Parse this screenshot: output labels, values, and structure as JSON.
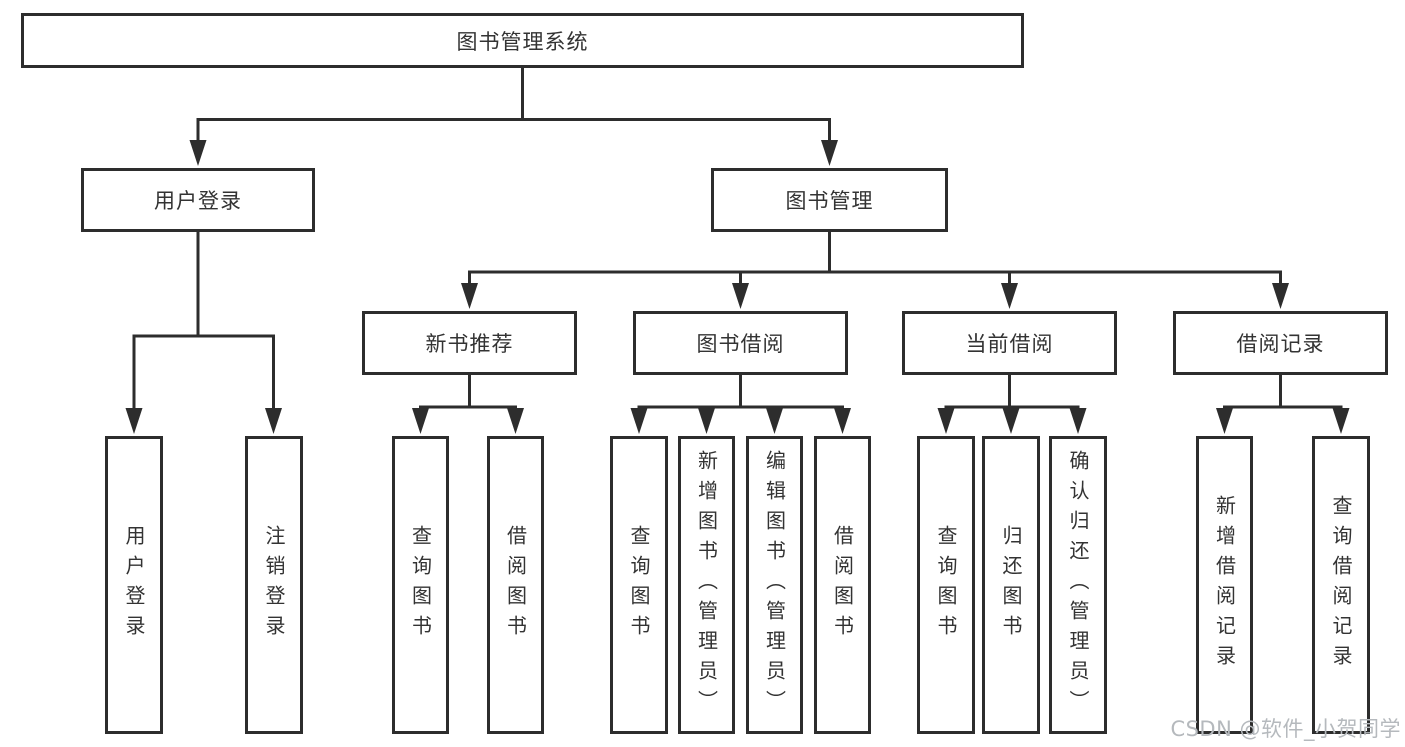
{
  "tree": {
    "root": {
      "label": "图书管理系统",
      "children": [
        {
          "label": "用户登录",
          "children": [
            {
              "label": "用户登录"
            },
            {
              "label": "注销登录"
            }
          ]
        },
        {
          "label": "图书管理",
          "children": [
            {
              "label": "新书推荐",
              "children": [
                {
                  "label": "查询图书"
                },
                {
                  "label": "借阅图书"
                }
              ]
            },
            {
              "label": "图书借阅",
              "children": [
                {
                  "label": "查询图书"
                },
                {
                  "label": "新增图书（管理员）"
                },
                {
                  "label": "编辑图书（管理员）"
                },
                {
                  "label": "借阅图书"
                }
              ]
            },
            {
              "label": "当前借阅",
              "children": [
                {
                  "label": "查询图书"
                },
                {
                  "label": "归还图书"
                },
                {
                  "label": "确认归还（管理员）"
                }
              ]
            },
            {
              "label": "借阅记录",
              "children": [
                {
                  "label": "新增借阅记录"
                },
                {
                  "label": "查询借阅记录"
                }
              ]
            }
          ]
        }
      ]
    }
  },
  "watermark": {
    "text": "CSDN @软件_小贺同学"
  },
  "colors": {
    "line": "#2d2d2d",
    "text": "#333333",
    "box_bg": "#ffffff",
    "watermark": "#b5b9bd"
  }
}
